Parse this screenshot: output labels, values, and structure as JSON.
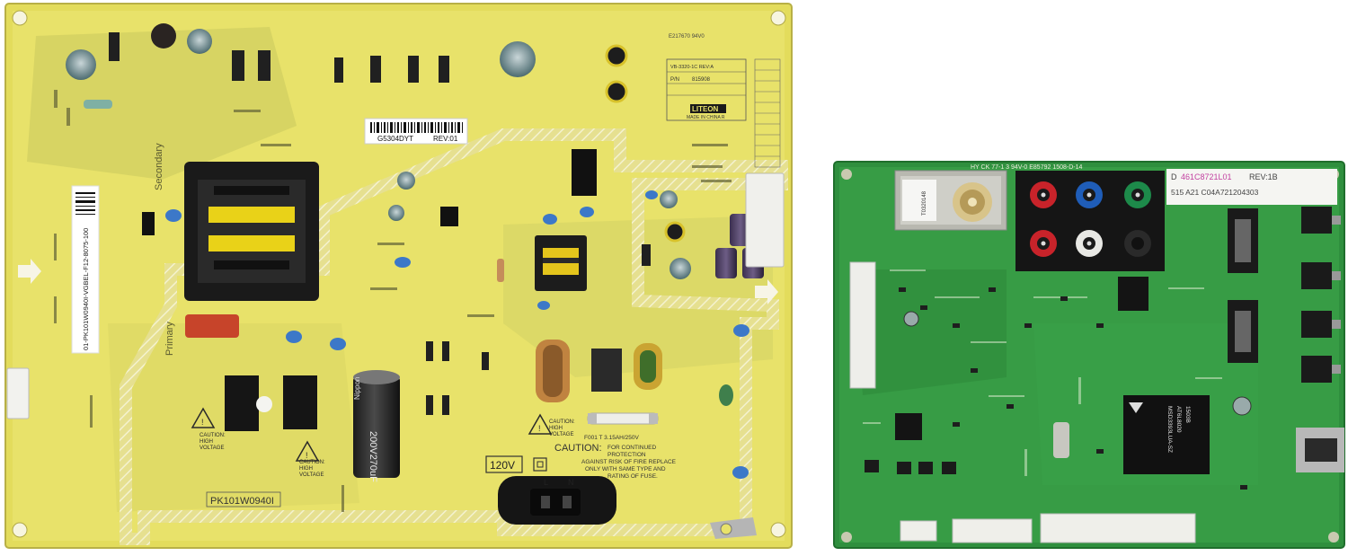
{
  "power_board": {
    "sticker_code": "G5304DYT",
    "sticker_rev": "REV:01",
    "brand": "LITEON",
    "made_in": "MADE IN CHINA R",
    "model_line": "VB-3320-1C REV:A",
    "ul_code": "E217670 94V0",
    "pn_label": "P/N",
    "pn_value": "815908",
    "part_number_bottom": "PK101W0940I",
    "side_label": "01-PK101W0940I-VGBEL-F12-8075-100",
    "secondary_label": "Secondary",
    "primary_label": "Primary",
    "voltage_box": "120V",
    "caution_title": "CAUTION:",
    "caution_text": [
      "FOR CONTINUED",
      "PROTECTION",
      "AGAINST RISK OF FIRE REPLACE",
      "ONLY WITH SAME TYPE AND",
      "RATING OF FUSE."
    ],
    "fuse_label": "F001  T 3.15AH/250V",
    "plug_labels": [
      "L",
      "N"
    ],
    "hv_caution": [
      "CAUTION:",
      "HIGH",
      "VOLTAGE"
    ],
    "cap_text": "200V270uF",
    "cap_brand": "Nippon"
  },
  "main_board": {
    "part_code": "461C8721L01",
    "part_prefix": "D",
    "rev": "REV:1B",
    "code_line": "515  A21   C04A721204303",
    "top_strip": "HY  CK 77-1  3 94V-0 E85792  1508-D-14",
    "chip_label": [
      "MSD3393LUA-SZ",
      "AT6L8020",
      "1503B"
    ],
    "tuner_code": "T0320148"
  }
}
